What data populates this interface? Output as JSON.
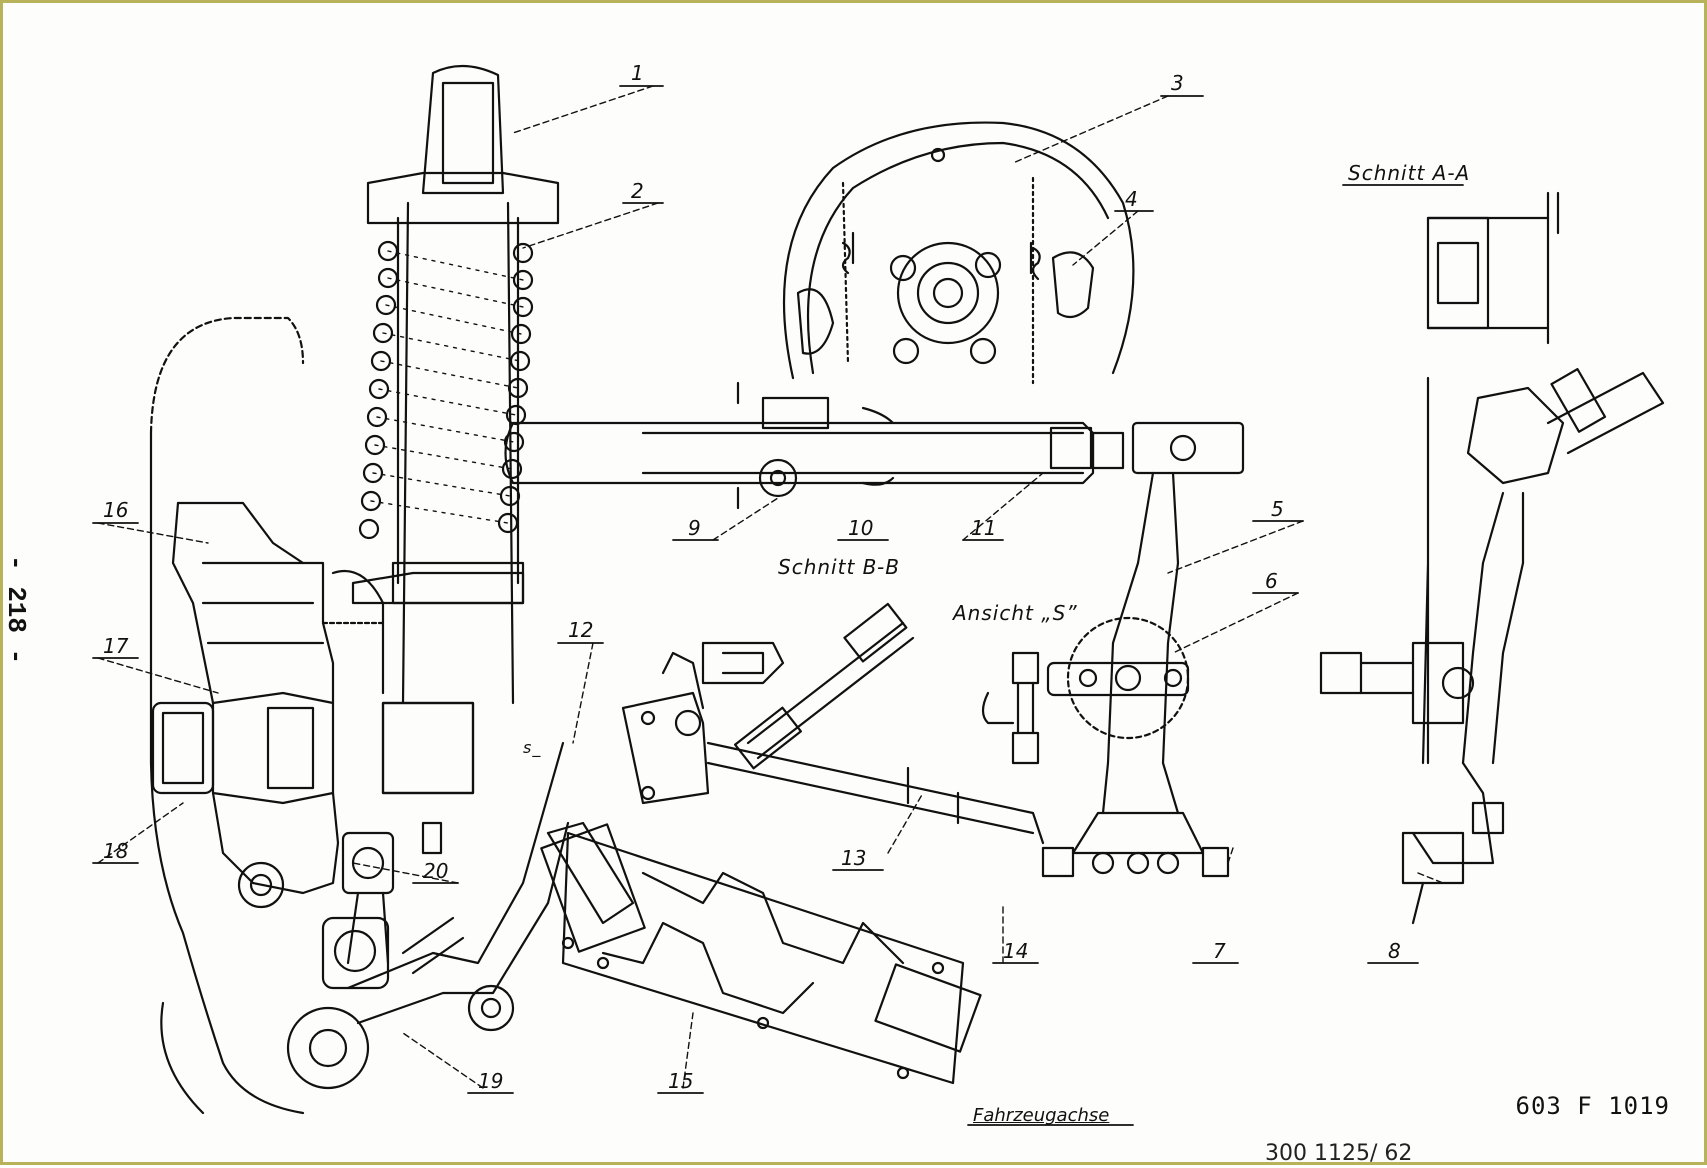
{
  "page_number": "- 218 -",
  "document_number": "603 F 1019",
  "stamp": "300 1125/ 62",
  "axle_label": "Fahrzeugachse",
  "section_aa": "Schnitt A-A",
  "section_bb": "Schnitt B-B",
  "view_s": "Ansicht „S”",
  "marker_s": "s_",
  "callouts": [
    "1",
    "2",
    "3",
    "4",
    "5",
    "6",
    "7",
    "8",
    "9",
    "10",
    "11",
    "12",
    "13",
    "14",
    "15",
    "16",
    "17",
    "18",
    "19",
    "20"
  ]
}
